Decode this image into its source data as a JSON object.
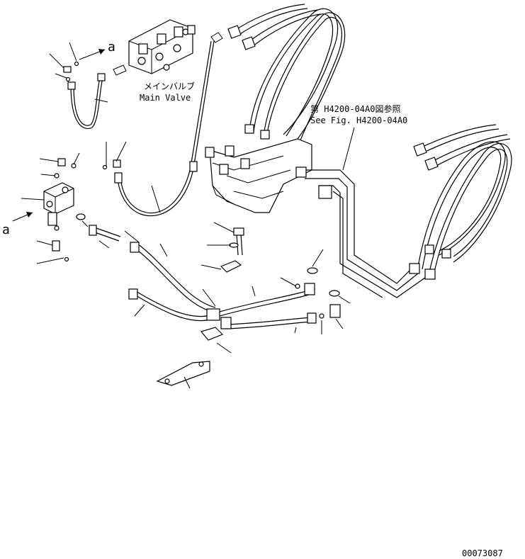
{
  "labels": {
    "main_valve_jp": "メインバルブ",
    "main_valve_en": "Main Valve",
    "ref_jp": "第 H4200-04A0図参照",
    "ref_en": "See Fig. H4200-04A0",
    "view_marker_top": "a",
    "view_marker_left": "a",
    "drawing_number": "00073087"
  },
  "icons": {
    "view_arrow": "view-arrow-icon",
    "main_valve": "valve-block-icon"
  }
}
